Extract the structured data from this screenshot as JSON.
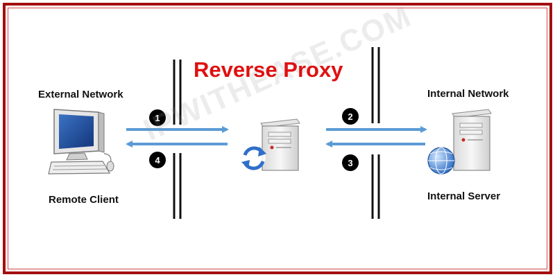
{
  "title": "Reverse Proxy",
  "watermark": "IPWITHEASE.COM",
  "colors": {
    "frame": "#a40f0f",
    "title": "#e01010",
    "arrow": "#5b9bd5",
    "firewall": "#111111",
    "step_badge": "#000000"
  },
  "labels": {
    "external_network": "External Network",
    "remote_client": "Remote Client",
    "internal_network": "Internal Network",
    "internal_server": "Internal Server"
  },
  "steps": [
    "1",
    "2",
    "3",
    "4"
  ],
  "icons": {
    "client": "desktop-computer-icon",
    "proxy": "proxy-server-icon",
    "server": "web-server-icon"
  }
}
